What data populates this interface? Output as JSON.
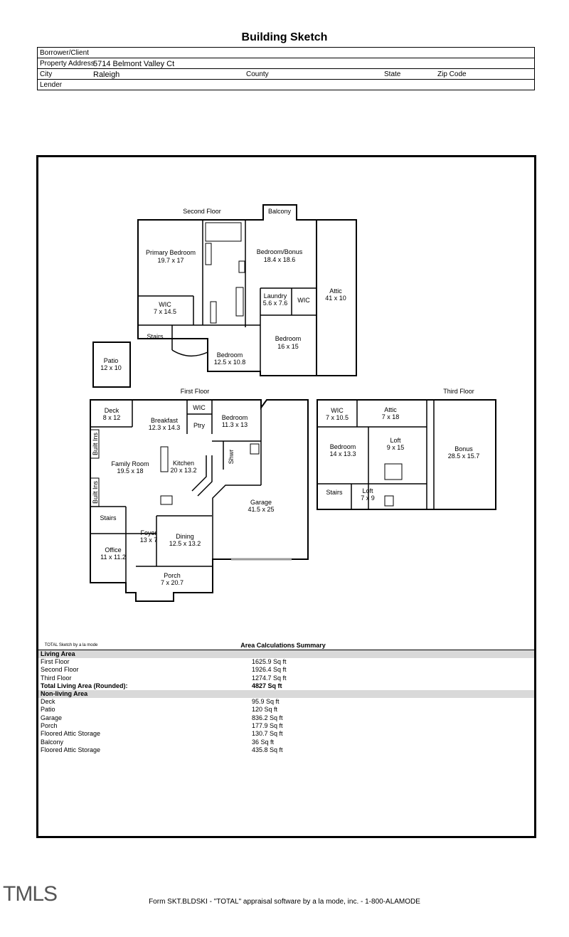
{
  "title": "Building Sketch",
  "header": {
    "borrower_label": "Borrower/Client",
    "address_label": "Property Address",
    "address_value": "5714 Belmont Valley Ct",
    "city_label": "City",
    "city_value": "Raleigh",
    "county_label": "County",
    "state_label": "State",
    "zip_label": "Zip Code",
    "lender_label": "Lender"
  },
  "sketch": {
    "floor_labels": {
      "second": "Second Floor",
      "first": "First Floor",
      "third": "Third Floor"
    },
    "rooms": {
      "balcony": {
        "name": "Balcony"
      },
      "primary_bedroom": {
        "name": "Primary Bedroom",
        "dims": "19.7 x 17"
      },
      "bedroom_bonus": {
        "name": "Bedroom/Bonus",
        "dims": "18.4 x 18.6"
      },
      "attic_2": {
        "name": "Attic",
        "dims": "41 x 10"
      },
      "wic_2": {
        "name": "WIC",
        "dims": "7 x 14.5"
      },
      "laundry": {
        "name": "Laundry",
        "dims": "5.6 x 7.6"
      },
      "wic_laundry": {
        "name": "WIC"
      },
      "stairs_2": {
        "name": "Stairs"
      },
      "bedroom_16": {
        "name": "Bedroom",
        "dims": "16 x 15"
      },
      "bedroom_12": {
        "name": "Bedroom",
        "dims": "12.5 x 10.8"
      },
      "patio": {
        "name": "Patio",
        "dims": "12 x 10"
      },
      "deck": {
        "name": "Deck",
        "dims": "8 x 12"
      },
      "breakfast": {
        "name": "Breakfast",
        "dims": "12.3 x 14.3"
      },
      "wic_1": {
        "name": "WIC"
      },
      "ptry": {
        "name": "Ptry"
      },
      "bedroom_11": {
        "name": "Bedroom",
        "dims": "11.3 x 13"
      },
      "builtins_top": {
        "name": "Built Ins"
      },
      "builtins_bottom": {
        "name": "Built Ins"
      },
      "family_room": {
        "name": "Family Room",
        "dims": "19.5 x 18"
      },
      "kitchen": {
        "name": "Kitchen",
        "dims": "20 x 13.2"
      },
      "shwr": {
        "name": "Shwr"
      },
      "garage": {
        "name": "Garage",
        "dims": "41.5 x 25"
      },
      "stairs_1": {
        "name": "Stairs"
      },
      "foyer": {
        "name": "Foyer",
        "dims": "13 x 7"
      },
      "dining": {
        "name": "Dining",
        "dims": "12.5 x 13.2"
      },
      "office": {
        "name": "Office",
        "dims": "11 x 11.2"
      },
      "porch": {
        "name": "Porch",
        "dims": "7 x 20.7"
      },
      "wic_3": {
        "name": "WIC",
        "dims": "7 x 10.5"
      },
      "attic_3": {
        "name": "Attic",
        "dims": "7 x 18"
      },
      "loft_9": {
        "name": "Loft",
        "dims": "9 x 15"
      },
      "bedroom_14": {
        "name": "Bedroom",
        "dims": "14 x 13.3"
      },
      "bonus": {
        "name": "Bonus",
        "dims": "28.5 x 15.7"
      },
      "stairs_3": {
        "name": "Stairs"
      },
      "loft_7": {
        "name": "Loft",
        "dims": "7 x 9"
      }
    },
    "software_note": "TOTAL Sketch by a la mode",
    "summary_title": "Area Calculations Summary"
  },
  "summary": {
    "living_header": "Living Area",
    "living": [
      {
        "label": "First Floor",
        "value": "1625.9 Sq ft"
      },
      {
        "label": "Second Floor",
        "value": "1926.4 Sq ft"
      },
      {
        "label": "Third Floor",
        "value": "1274.7 Sq ft"
      }
    ],
    "total": {
      "label": "Total Living Area (Rounded):",
      "value": "4827 Sq ft"
    },
    "nonliving_header": "Non-living Area",
    "nonliving": [
      {
        "label": "Deck",
        "value": "95.9 Sq ft"
      },
      {
        "label": "Patio",
        "value": "120 Sq ft"
      },
      {
        "label": "Garage",
        "value": "836.2 Sq ft"
      },
      {
        "label": "Porch",
        "value": "177.9 Sq ft"
      },
      {
        "label": "Floored Attic Storage",
        "value": "130.7 Sq ft"
      },
      {
        "label": "Balcony",
        "value": "36 Sq ft"
      },
      {
        "label": "Floored Attic Storage",
        "value": "435.8 Sq ft"
      }
    ]
  },
  "footer": "Form SKT.BLDSKI - \"TOTAL\" appraisal software by a la mode, inc. - 1-800-ALAMODE",
  "logo": "TMLS"
}
